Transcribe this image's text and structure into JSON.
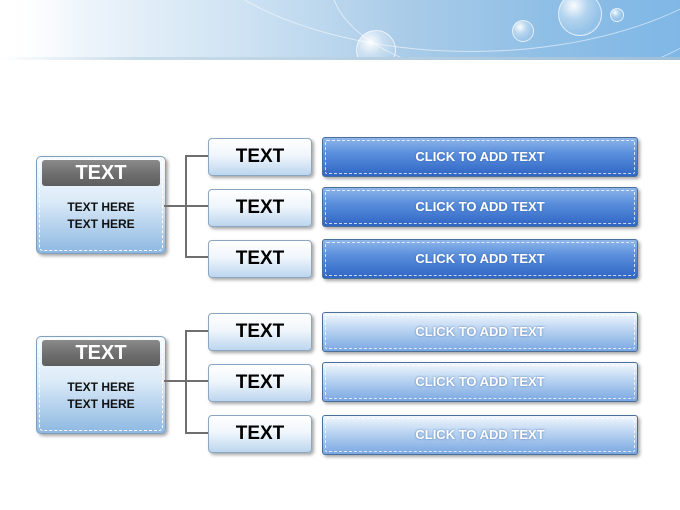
{
  "groups": [
    {
      "title": "TEXT",
      "body_lines": [
        "TEXT HERE",
        "TEXT HERE"
      ],
      "rows": [
        {
          "label": "TEXT",
          "bar": "CLICK TO ADD TEXT"
        },
        {
          "label": "TEXT",
          "bar": "CLICK TO ADD TEXT"
        },
        {
          "label": "TEXT",
          "bar": "CLICK TO ADD TEXT"
        }
      ]
    },
    {
      "title": "TEXT",
      "body_lines": [
        "TEXT HERE",
        "TEXT HERE"
      ],
      "rows": [
        {
          "label": "TEXT",
          "bar": "CLICK TO ADD TEXT"
        },
        {
          "label": "TEXT",
          "bar": "CLICK TO ADD TEXT"
        },
        {
          "label": "TEXT",
          "bar": "CLICK TO ADD TEXT"
        }
      ]
    }
  ],
  "colors": {
    "header_gray": "#6e6e6e",
    "bar_dark_blue": "#2f65c4",
    "bar_light_blue": "#79a7e2",
    "connector": "#6f6f6f"
  }
}
